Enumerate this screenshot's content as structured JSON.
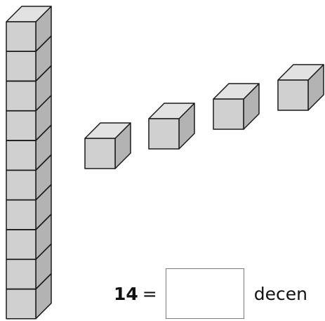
{
  "figure": {
    "ten_rod": {
      "cube_count": 10
    },
    "single_cubes": {
      "count": 4
    }
  },
  "equation": {
    "number": "14",
    "equals": "=",
    "answer_value": "",
    "unit_word": "decen"
  },
  "colors": {
    "cube_front": "#d0d0d0",
    "cube_top": "#e2e2e2",
    "cube_side": "#b3b3b3",
    "outline": "#1a1a1a"
  }
}
